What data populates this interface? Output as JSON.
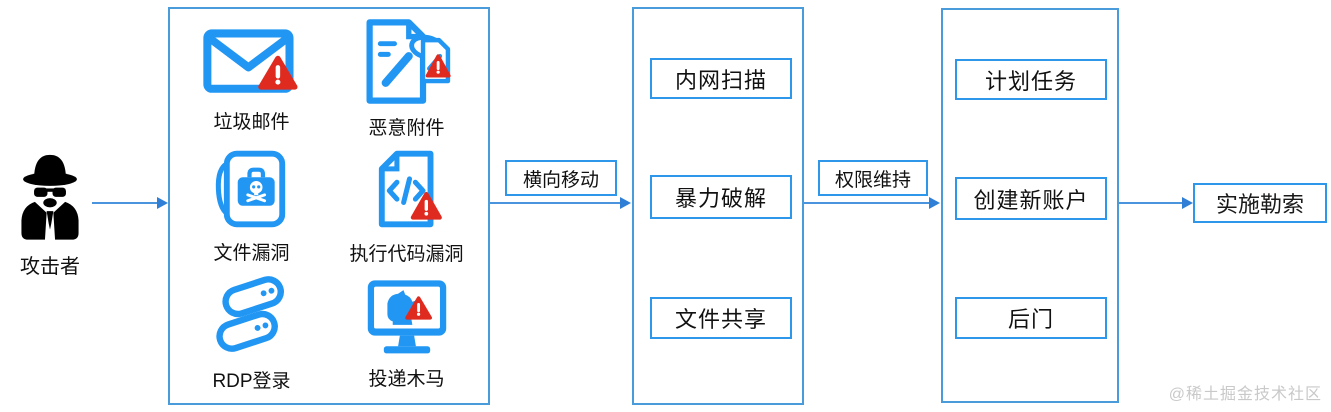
{
  "colors": {
    "container_border": "#4a9bd9",
    "sub_box_border": "#2f97ea",
    "arrow_blue": "#4a93dd",
    "icon_blue": "#2196F3",
    "warning_red": "#df2b1f",
    "text": "#111111",
    "watermark_gray": "#c9c9c9"
  },
  "attacker": {
    "label": "攻击者",
    "icon": "spy-icon"
  },
  "initial_access": {
    "items": [
      {
        "label": "垃圾邮件",
        "icon": "spam-email-icon"
      },
      {
        "label": "恶意附件",
        "icon": "malicious-attachment-icon"
      },
      {
        "label": "文件漏洞",
        "icon": "file-exploit-icon"
      },
      {
        "label": "执行代码漏洞",
        "icon": "code-execution-exploit-icon"
      },
      {
        "label": "RDP登录",
        "icon": "rdp-login-icon"
      },
      {
        "label": "投递木马",
        "icon": "trojan-delivery-icon"
      }
    ]
  },
  "lateral_movement": {
    "arrow_label": "横向移动",
    "items": [
      {
        "label": "内网扫描"
      },
      {
        "label": "暴力破解"
      },
      {
        "label": "文件共享"
      }
    ]
  },
  "persistence": {
    "arrow_label": "权限维持",
    "items": [
      {
        "label": "计划任务"
      },
      {
        "label": "创建新账户"
      },
      {
        "label": "后门"
      }
    ]
  },
  "final_stage": {
    "label": "实施勒索"
  },
  "watermark": "@稀土掘金技术社区"
}
